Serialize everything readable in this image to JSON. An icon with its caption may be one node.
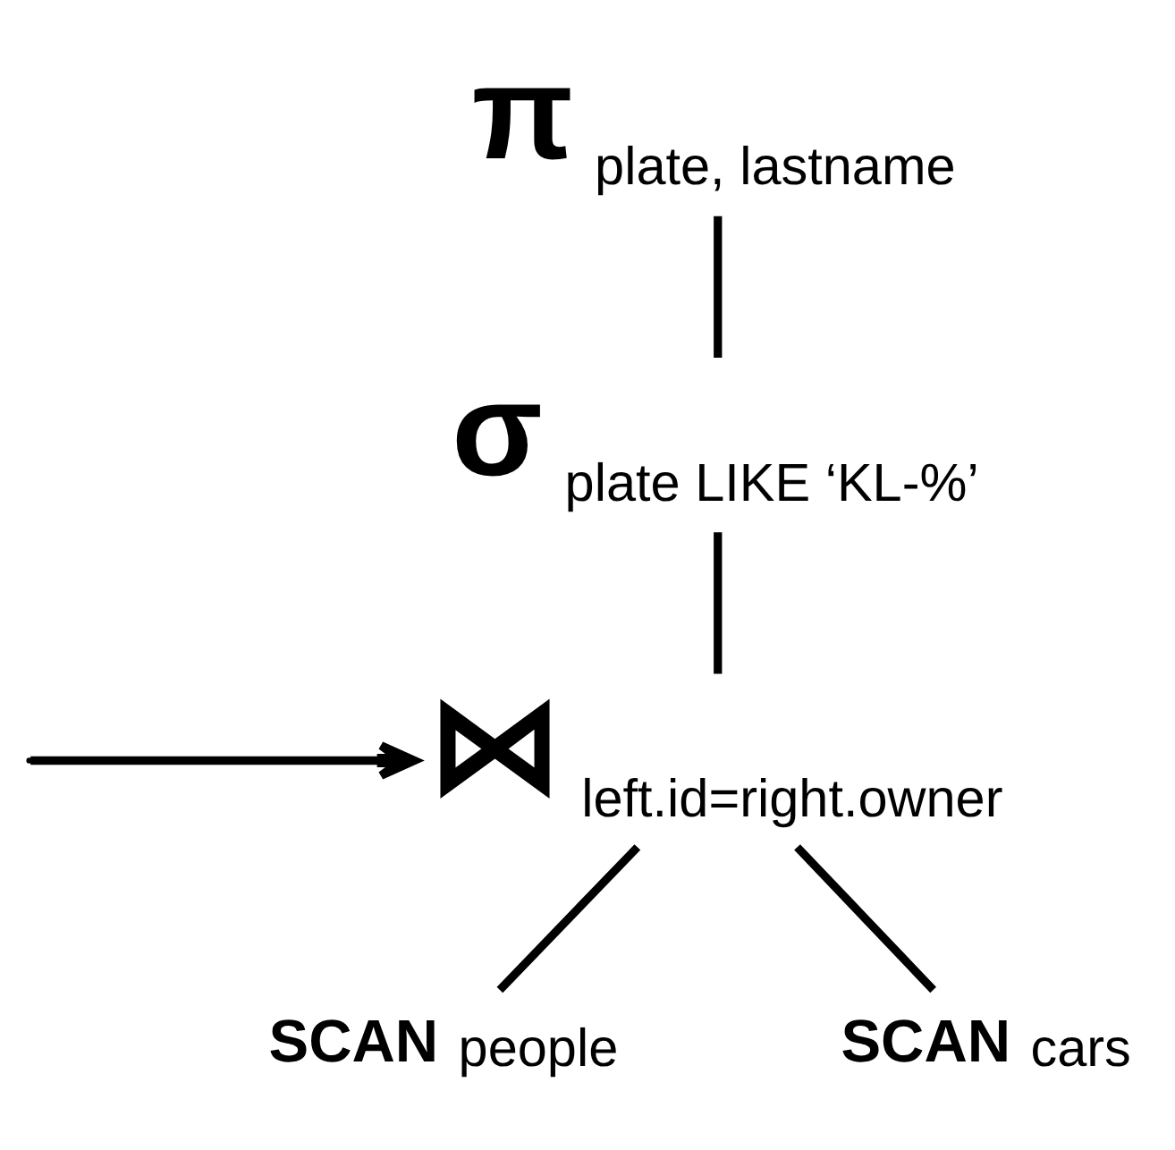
{
  "diagram": {
    "nodes": [
      {
        "text": [
          "π"
        ],
        "beside": [
          "plate, lastname"
        ]
      },
      {
        "text": [
          "σ"
        ],
        "beside": [
          "plate LIKE ‘KL-%’"
        ]
      },
      {
        "text": [
          "⋈"
        ],
        "beside": [
          "left.id=right.owner"
        ]
      },
      {
        "text": [
          "SCAN"
        ],
        "beside": [
          "people"
        ]
      },
      {
        "text": [
          "SCAN"
        ],
        "beside": [
          "cars"
        ]
      }
    ],
    "edges": [
      {
        "from": 0,
        "to": 1,
        "arrow": "none"
      },
      {
        "from": 1,
        "to": 2,
        "arrow": "none"
      },
      {
        "from": 2,
        "to": 3,
        "arrow": "none"
      },
      {
        "from": 2,
        "to": 4,
        "arrow": "none"
      },
      {
        "from": null,
        "to": 2,
        "arrow": "to"
      }
    ]
  }
}
